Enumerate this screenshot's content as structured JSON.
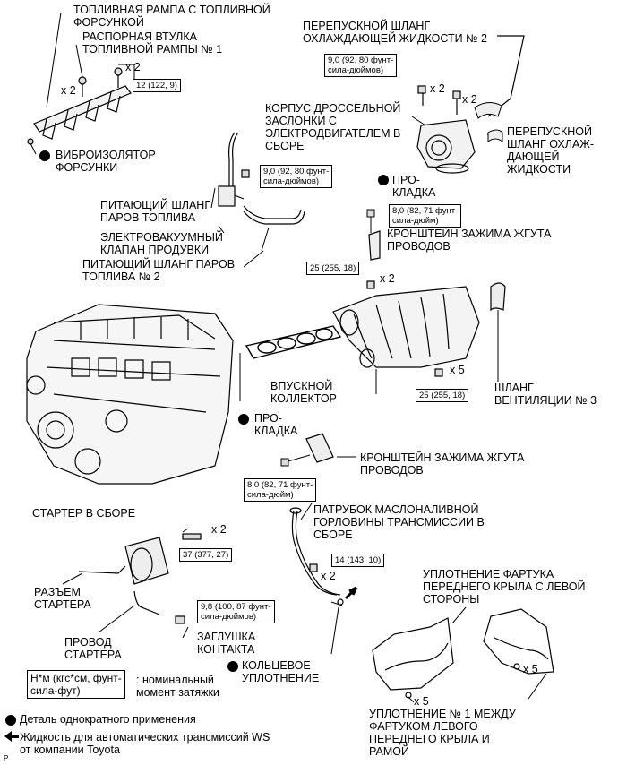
{
  "labels": {
    "fuel_rail": "ТОПЛИВНАЯ РАМПА С ТОПЛИВНОЙ\nФОРСУНКОЙ",
    "rail_spacer": "РАСПОРНАЯ ВТУЛКА\nТОПЛИВНОЙ РАМПЫ № 1",
    "injector_insulator": "ВИБРОИЗОЛЯТОР\nФОРСУНКИ",
    "bypass_hose_top": "ПЕРЕПУСКНОЙ ШЛАНГ\nОХЛАЖДАЮЩЕЙ ЖИДКОСТИ № 2",
    "throttle_body": "КОРПУС ДРОССЕЛЬНОЙ\nЗАСЛОНКИ С\nЭЛЕКТРОДВИГАТЕЛЕМ В\nСБОРЕ",
    "bypass_hose_right": "ПЕРЕПУСКНОЙ\nШЛАНГ ОХЛАЖ-\nДАЮЩЕЙ\nЖИДКОСТИ",
    "gasket_top": "ПРО-\nКЛАДКА",
    "vapor_hose": "ПИТАЮЩИЙ ШЛАНГ\nПАРОВ ТОПЛИВА",
    "purge_vsv": "ЭЛЕКТРОВАКУУМНЫЙ\nКЛАПАН ПРОДУВКИ",
    "vapor_hose_2": "ПИТАЮЩИЙ ШЛАНГ ПАРОВ\nТОПЛИВА № 2",
    "harness_bracket_top": "КРОНШТЕЙН ЗАЖИМА ЖГУТА\nПРОВОДОВ",
    "intake_manifold": "ВПУСКНОЙ\nКОЛЛЕКТОР",
    "ventilation_hose": "ШЛАНГ\nВЕНТИЛЯЦИИ № 3",
    "gasket_mid": "ПРО-\nКЛАДКА",
    "harness_bracket_mid": "КРОНШТЕЙН ЗАЖИМА ЖГУТА\nПРОВОДОВ",
    "starter": "СТАРТЕР В СБОРЕ",
    "filler_tube": "ПАТРУБОК МАСЛОНАЛИВНОЙ\nГОРЛОВИНЫ ТРАНСМИССИИ В\nСБОРЕ",
    "starter_connector": "РАЗЪЕМ\nСТАРТЕРА",
    "fender_seal_left": "УПЛОТНЕНИЕ ФАРТУКА\nПЕРЕДНЕГО КРЫЛА С ЛЕВОЙ\nСТОРОНЫ",
    "starter_wire": "ПРОВОД\nСТАРТЕРА",
    "contact_cap": "ЗАГЛУШКА\nКОНТАКТА",
    "o_ring": "КОЛЬЦЕВОЕ\nУПЛОТНЕНИЕ",
    "fender_seal_no1": "УПЛОТНЕНИЕ № 1 МЕЖДУ\nФАРТУКОМ ЛЕВОГО\nПЕРЕДНЕГО КРЫЛА И\nРАМОЙ"
  },
  "torques": {
    "rail": "12 (122, 9)",
    "throttle": "9,0 (92, 80 фунт-\nсила-дюймов)",
    "vsv": "9,0 (92, 80 фунт-\nсила-дюймов)",
    "bracket_top": "8,0 (82, 71 фунт-\nсила-дюйм)",
    "manifold_top": "25 (255, 18)",
    "manifold_bottom": "25 (255, 18)",
    "bracket_mid": "8,0 (82, 71 фунт-\nсила-дюйм)",
    "starter": "37 (377, 27)",
    "filler": "14 (143, 10)",
    "contact": "9,8 (100, 87 фунт-\nсила-дюймов)"
  },
  "quantities": {
    "rail_bolts": "x 2",
    "rail_spacers": "x 2",
    "throttle_nuts": "x 2",
    "throttle_bolts": "x 2",
    "manifold_nuts": "x 2",
    "manifold_bolts": "x 5",
    "starter_bolts": "x 2",
    "filler_bolts": "x 2",
    "seal_no1_clips": "x 5",
    "seal_left_clips": "x 5"
  },
  "legend": {
    "units_box": "Н*м (кгс*см, фунт-\nсила-фут)",
    "units_text": ": номинальный\nмомент затяжки",
    "single_use": "Деталь однократного применения",
    "atf": "Жидкость для автоматических трансмиссий WS\nот компании Toyota"
  },
  "corner_mark": "P",
  "colors": {
    "ink": "#000000",
    "paper": "#ffffff"
  }
}
